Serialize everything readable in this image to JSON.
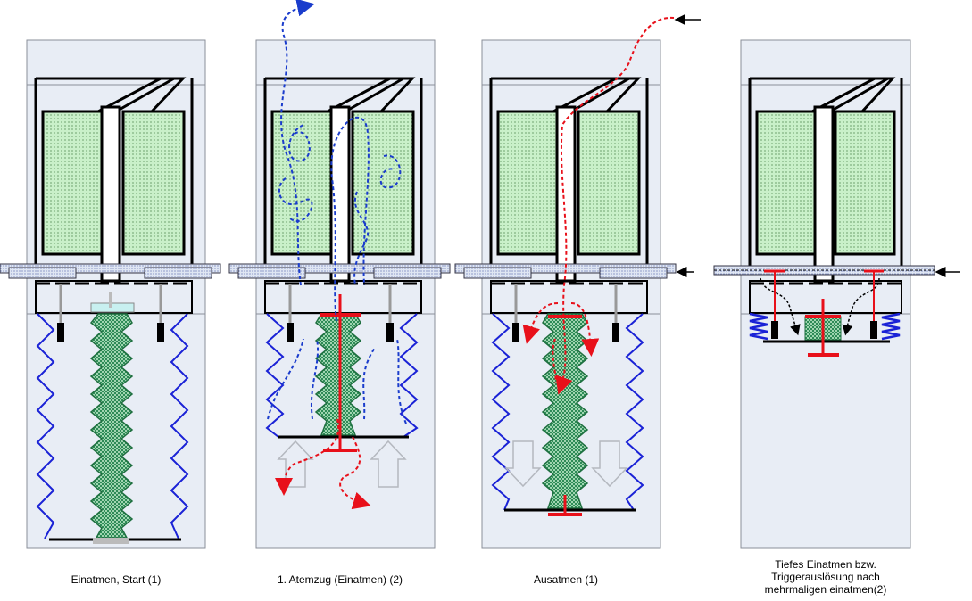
{
  "colors": {
    "panel_fill": "#e8edf5",
    "panel_stroke": "#8a8f99",
    "filter_fill": "#c9f0c9",
    "bellows_green": "#2e8b57",
    "spring_blue": "#1a22d6",
    "flow_inhale": "#1a3ccc",
    "flow_exhale": "#e8101a",
    "arrow_gray": "#b4b8bf"
  },
  "icons": {
    "inhale_flow": "dashed-blue-curve-arrow",
    "exhale_flow": "dashed-red-curve-arrow",
    "push_arrow": "black-arrow-icon",
    "direction_up": "hollow-up-arrow-icon",
    "direction_down": "hollow-down-arrow-icon"
  },
  "panels": [
    {
      "id": "p1",
      "caption": "Einatmen, Start (1)"
    },
    {
      "id": "p2",
      "caption": "1. Atemzug (Einatmen) (2)"
    },
    {
      "id": "p3",
      "caption": "Ausatmen (1)"
    },
    {
      "id": "p4",
      "caption_lines": [
        "Tiefes Einatmen bzw.",
        "Triggerauslösung nach",
        "mehrmaligen einatmen(2)"
      ]
    }
  ]
}
